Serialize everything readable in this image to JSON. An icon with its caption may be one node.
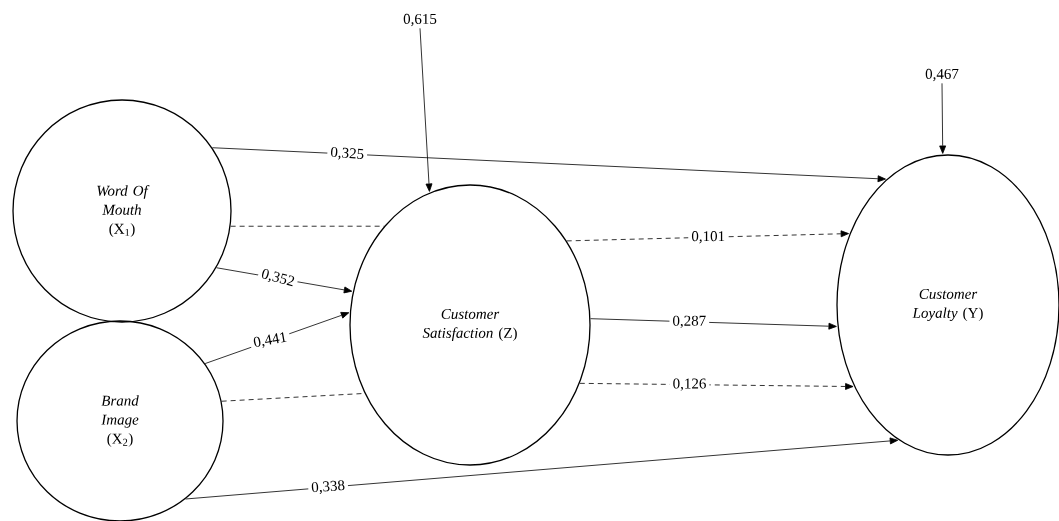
{
  "diagram": {
    "nodes": [
      {
        "text": [
          "*Word Of Mouth* (X$_{1}$)"
        ]
      },
      {
        "text": [
          "*Brand Image* (X$_{2}$)"
        ]
      },
      {
        "text": [
          "*Customer Satisfaction* (Z)"
        ]
      },
      {
        "text": [
          "*Customer Loyalty* (Y)"
        ]
      },
      {
        "text": [
          "0,615"
        ]
      },
      {
        "text": [
          "0,467"
        ]
      }
    ],
    "edges": [
      {
        "from": 4,
        "to": 2,
        "arrow": "to"
      },
      {
        "from": 5,
        "to": 3,
        "arrow": "to"
      },
      {
        "from": 0,
        "to": 3,
        "arrow": "to",
        "label": "0,325"
      },
      {
        "from": 0,
        "to": 2,
        "arrow": "none",
        "style": "dashed"
      },
      {
        "from": 0,
        "to": 2,
        "arrow": "to",
        "label": "0,352"
      },
      {
        "from": 1,
        "to": 2,
        "arrow": "to",
        "label": "0,441"
      },
      {
        "from": 1,
        "to": 2,
        "arrow": "none",
        "style": "dashed"
      },
      {
        "from": 1,
        "to": 3,
        "arrow": "to",
        "label": "0,338"
      },
      {
        "from": 2,
        "to": 3,
        "arrow": "to",
        "style": "dashed",
        "label": "0,101"
      },
      {
        "from": 2,
        "to": 3,
        "arrow": "to",
        "label": "0,287"
      },
      {
        "from": 2,
        "to": 3,
        "arrow": "to",
        "style": "dashed",
        "label": "0,126"
      }
    ]
  }
}
